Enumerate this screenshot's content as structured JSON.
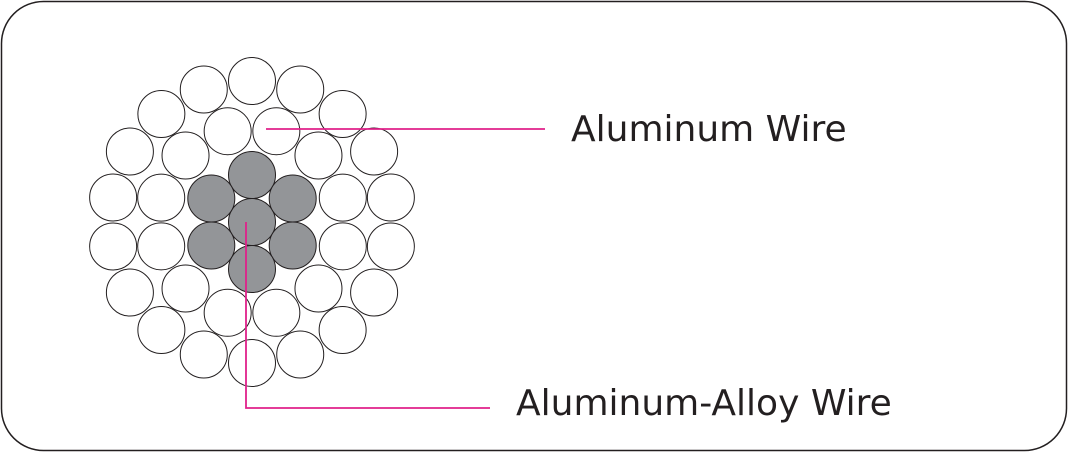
{
  "labels": {
    "outer": "Aluminum Wire",
    "core": "Aluminum-Alloy Wire"
  },
  "colors": {
    "frame": "#231f20",
    "leader_line": "#e0218a",
    "aluminum_fill": "#ffffff",
    "alloy_fill": "#939598",
    "strand_outline": "#231f20"
  },
  "strand_layers": [
    {
      "name": "center",
      "material": "alloy",
      "count": 1
    },
    {
      "name": "layer-1",
      "material": "alloy",
      "count": 6
    },
    {
      "name": "layer-2",
      "material": "aluminum",
      "count": 12
    },
    {
      "name": "layer-3",
      "material": "aluminum",
      "count": 18
    }
  ]
}
